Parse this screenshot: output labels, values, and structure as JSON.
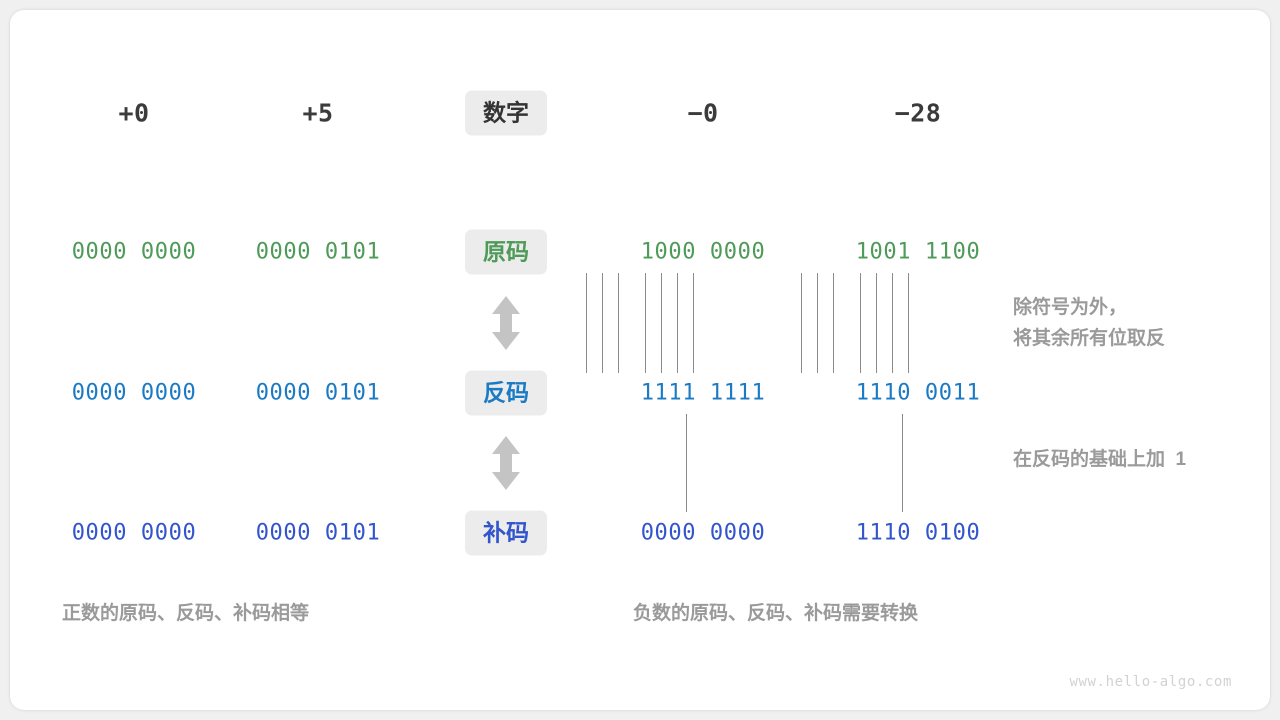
{
  "watermark": "www.hello-algo.com",
  "colors": {
    "true_code": "#4e9a58",
    "inverse_code": "#1a7ac4",
    "complement_code": "#3355cc",
    "chip_bg": "#ececec",
    "note_gray": "#9a9a9a",
    "line_gray": "#8a8a8a"
  },
  "header": {
    "row_label": "数字",
    "columns": [
      {
        "key": "pos_zero",
        "value": "+0"
      },
      {
        "key": "pos_five",
        "value": "+5"
      },
      {
        "key": "neg_zero",
        "value": "−0"
      },
      {
        "key": "neg_twentyeight",
        "value": "−28"
      }
    ]
  },
  "rows": [
    {
      "key": "true_code",
      "label": "原码",
      "pos_zero": "0000 0000",
      "pos_five": "0000 0101",
      "neg_zero": "1000 0000",
      "neg_twentyeight": "1001 1100"
    },
    {
      "key": "inverse_code",
      "label": "反码",
      "pos_zero": "0000 0000",
      "pos_five": "0000 0101",
      "neg_zero": "1111 1111",
      "neg_twentyeight": "1110 0011"
    },
    {
      "key": "complement_code",
      "label": "补码",
      "pos_zero": "0000 0000",
      "pos_five": "0000 0101",
      "neg_zero": "0000 0000",
      "neg_twentyeight": "1110 0100"
    }
  ],
  "notes": {
    "true_to_inverse": "除符号为外，\n将其余所有位取反",
    "inverse_to_complement": "在反码的基础上加  1"
  },
  "captions": {
    "positive": "正数的原码、反码、补码相等",
    "negative": "负数的原码、反码、补码需要转换"
  }
}
